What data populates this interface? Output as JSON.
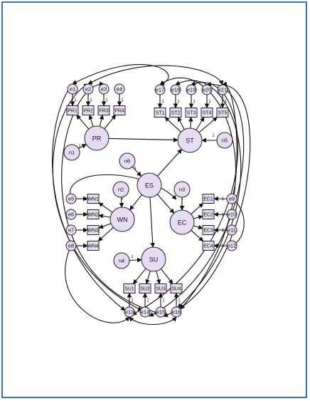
{
  "latents": [
    {
      "id": "PR",
      "label": "PR"
    },
    {
      "id": "ST",
      "label": "ST"
    },
    {
      "id": "ES",
      "label": "ES"
    },
    {
      "id": "WN",
      "label": "WN"
    },
    {
      "id": "EC",
      "label": "EC"
    },
    {
      "id": "SU",
      "label": "SU"
    }
  ],
  "disturbances": [
    {
      "id": "n1",
      "label": "n1"
    },
    {
      "id": "n2",
      "label": "n2"
    },
    {
      "id": "n3",
      "label": "n3"
    },
    {
      "id": "n4",
      "label": "n4"
    },
    {
      "id": "n5",
      "label": "n5"
    },
    {
      "id": "n6",
      "label": "n6"
    }
  ],
  "indicators": [
    {
      "id": "PR1",
      "label": "PR1",
      "factor": "PR",
      "error": "e1",
      "error_label": "e1"
    },
    {
      "id": "PR2",
      "label": "PR2",
      "factor": "PR",
      "error": "e2",
      "error_label": "e2"
    },
    {
      "id": "PR3",
      "label": "PR3",
      "factor": "PR",
      "error": "e3",
      "error_label": "e3"
    },
    {
      "id": "PR4",
      "label": "PR4",
      "factor": "PR",
      "error": "e4",
      "error_label": "e4"
    },
    {
      "id": "ST1",
      "label": "ST1",
      "factor": "ST",
      "error": "e17",
      "error_label": "e17"
    },
    {
      "id": "ST2",
      "label": "ST2",
      "factor": "ST",
      "error": "e18",
      "error_label": "e18"
    },
    {
      "id": "ST3",
      "label": "ST3",
      "factor": "ST",
      "error": "e19",
      "error_label": "e19"
    },
    {
      "id": "ST4",
      "label": "ST4",
      "factor": "ST",
      "error": "e20",
      "error_label": "e20"
    },
    {
      "id": "ST5",
      "label": "ST5",
      "factor": "ST",
      "error": "e21",
      "error_label": "e21"
    },
    {
      "id": "WN1",
      "label": "WN1",
      "factor": "WN",
      "error": "e5",
      "error_label": "e5"
    },
    {
      "id": "WN2",
      "label": "WN2",
      "factor": "WN",
      "error": "e6",
      "error_label": "e6"
    },
    {
      "id": "WN3",
      "label": "WN3",
      "factor": "WN",
      "error": "e7",
      "error_label": "e7"
    },
    {
      "id": "WN4",
      "label": "WN4",
      "factor": "WN",
      "error": "e8",
      "error_label": "e8"
    },
    {
      "id": "EC1",
      "label": "EC1",
      "factor": "EC",
      "error": "e9",
      "error_label": "e9"
    },
    {
      "id": "EC2",
      "label": "EC2",
      "factor": "EC",
      "error": "e10",
      "error_label": "e10"
    },
    {
      "id": "EC3",
      "label": "EC3",
      "factor": "EC",
      "error": "e11",
      "error_label": "e11"
    },
    {
      "id": "EC4",
      "label": "EC4",
      "factor": "EC",
      "error": "e12",
      "error_label": "e12"
    },
    {
      "id": "SU1",
      "label": "SU1",
      "factor": "SU",
      "error": "e13",
      "error_label": "e13"
    },
    {
      "id": "SU2",
      "label": "SU2",
      "factor": "SU",
      "error": "e14",
      "error_label": "e14"
    },
    {
      "id": "SU3",
      "label": "SU3",
      "factor": "SU",
      "error": "e15",
      "error_label": "e15"
    },
    {
      "id": "SU4",
      "label": "SU4",
      "factor": "SU",
      "error": "e16",
      "error_label": "e16"
    }
  ],
  "structural_paths": [
    {
      "from": "PR",
      "to": "ST"
    },
    {
      "from": "ES",
      "to": "ST"
    },
    {
      "from": "ES",
      "to": "WN"
    },
    {
      "from": "ES",
      "to": "EC"
    },
    {
      "from": "ES",
      "to": "SU"
    },
    {
      "from": "n1",
      "to": "PR"
    },
    {
      "from": "n2",
      "to": "WN"
    },
    {
      "from": "n3",
      "to": "EC"
    },
    {
      "from": "n4",
      "to": "SU"
    },
    {
      "from": "n5",
      "to": "ST"
    },
    {
      "from": "n6",
      "to": "ES"
    }
  ],
  "fixed_loading_label": "1"
}
